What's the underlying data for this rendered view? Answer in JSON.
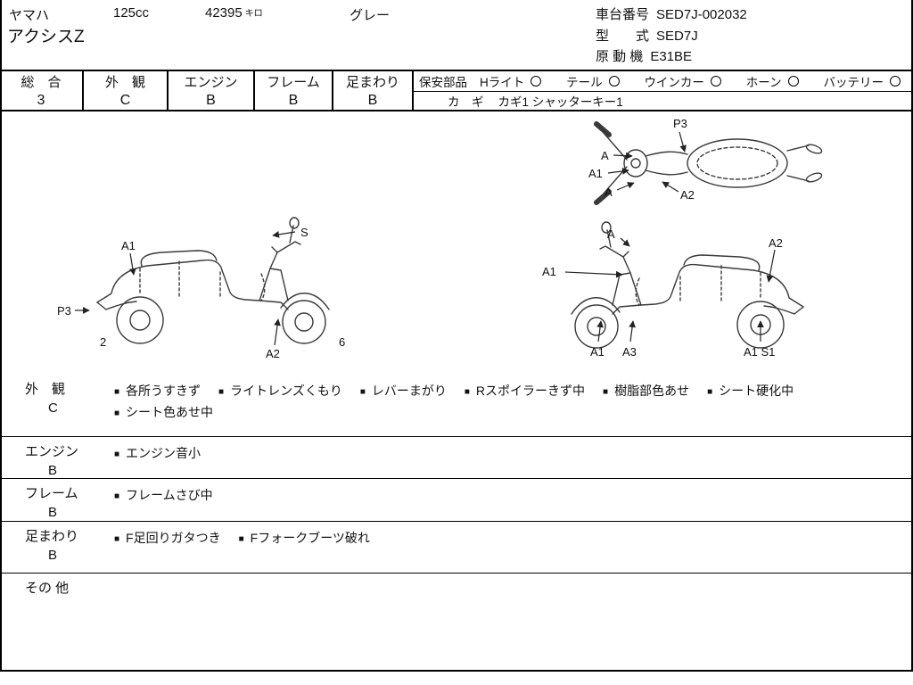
{
  "header": {
    "maker": "ヤマハ",
    "displacement": "125cc",
    "mileage": "42395",
    "mileage_unit": "キロ",
    "color": "グレー",
    "model_name": "アクシスZ",
    "chassis_label": "車台番号",
    "chassis_value": "SED7J-002032",
    "model_code_label": "型　　式",
    "model_code_value": "SED7J",
    "engine_code_label": "原 動 機",
    "engine_code_value": "E31BE"
  },
  "grades": {
    "cells": [
      {
        "label": "総　合",
        "value": "3"
      },
      {
        "label": "外　観",
        "value": "C"
      },
      {
        "label": "エンジン",
        "value": "B"
      },
      {
        "label": "フレーム",
        "value": "B"
      },
      {
        "label": "足まわり",
        "value": "B"
      }
    ],
    "safety": {
      "label": "保安部品",
      "items": [
        "Hライト",
        "テール",
        "ウインカー",
        "ホーン",
        "バッテリー"
      ],
      "status_symbol": "○"
    },
    "keys": {
      "label": "カ　ギ",
      "value": "カギ1 シャッターキー1"
    }
  },
  "diagram": {
    "top_view_labels": [
      "P3",
      "A",
      "A1",
      "A",
      "A2"
    ],
    "left_view_labels": [
      "A1",
      "S",
      "P3",
      "2",
      "A2",
      "6"
    ],
    "right_view_labels": [
      "A",
      "A2",
      "A1",
      "A1",
      "A3",
      "A1 S1"
    ]
  },
  "notes": [
    {
      "label": "外　観",
      "grade": "C",
      "items": [
        "各所うすきず",
        "ライトレンズくもり",
        "レバーまがり",
        "Rスポイラーきず中",
        "樹脂部色あせ",
        "シート硬化中",
        "シート色あせ中"
      ]
    },
    {
      "label": "エンジン",
      "grade": "B",
      "items": [
        "エンジン音小"
      ]
    },
    {
      "label": "フレーム",
      "grade": "B",
      "items": [
        "フレームさび中"
      ]
    },
    {
      "label": "足まわり",
      "grade": "B",
      "items": [
        "F足回りガタつき",
        "Fフォークブーツ破れ"
      ]
    },
    {
      "label": "その 他",
      "grade": "",
      "items": []
    }
  ]
}
